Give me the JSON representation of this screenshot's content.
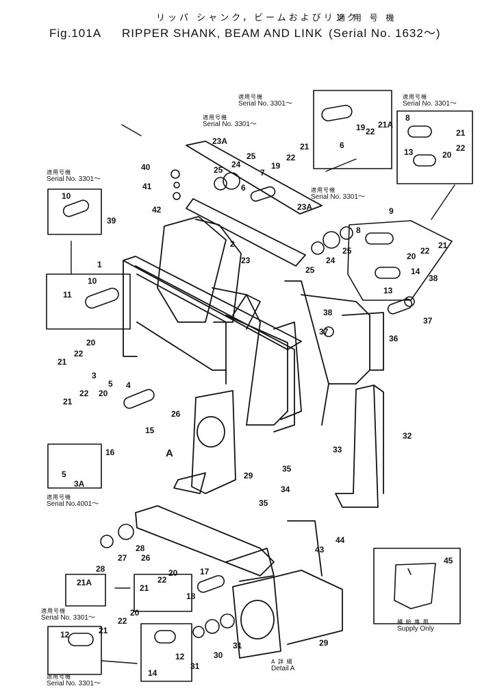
{
  "header": {
    "jp_title": "リッパ シャンク，ビームおよびリンク",
    "jp_applic": "適 用 号 機",
    "fig": "Fig.101A",
    "title": "RIPPER SHANK, BEAM AND LINK",
    "serial": "(Serial No. 1632～)"
  },
  "serial_notes": {
    "applic_jp": "適用号機",
    "s3301": "Serial No. 3301～",
    "s4001": "Serial No.4001～"
  },
  "detail": {
    "jp": "A 詳 細",
    "en": "Detail A"
  },
  "supply": {
    "jp": "補 給 専 用",
    "en": "Supply Only"
  },
  "view_marker": "A",
  "part_numbers": [
    "1",
    "2",
    "3",
    "3A",
    "4",
    "5",
    "6",
    "7",
    "8",
    "9",
    "10",
    "11",
    "12",
    "13",
    "14",
    "15",
    "16",
    "17",
    "18",
    "19",
    "20",
    "21",
    "21A",
    "22",
    "23",
    "23A",
    "24",
    "25",
    "26",
    "27",
    "28",
    "29",
    "30",
    "31",
    "32",
    "33",
    "34",
    "35",
    "36",
    "37",
    "38",
    "39",
    "40",
    "41",
    "42",
    "43",
    "44",
    "45"
  ],
  "callouts": {
    "p1": "1",
    "p2": "2",
    "p3": "3",
    "p3a": "3A",
    "p4": "4",
    "p5a": "5",
    "p5b": "5",
    "p6a": "6",
    "p6b": "6",
    "p7": "7",
    "p8a": "8",
    "p8b": "8",
    "p9": "9",
    "p10a": "10",
    "p10b": "10",
    "p11": "11",
    "p12a": "12",
    "p12b": "12",
    "p13a": "13",
    "p13b": "13",
    "p14a": "14",
    "p14b": "14",
    "p15": "15",
    "p16": "16",
    "p17": "17",
    "p18": "18",
    "p19a": "19",
    "p19b": "19",
    "p20a": "20",
    "p20b": "20",
    "p20c": "20",
    "p20d": "20",
    "p20e": "20",
    "p20f": "20",
    "p21a": "21",
    "p21b": "21",
    "p21c": "21",
    "p21d": "21",
    "p21e": "21",
    "p21f": "21",
    "p21g": "21",
    "p21Aa": "21A",
    "p21Ab": "21A",
    "p22a": "22",
    "p22b": "22",
    "p22c": "22",
    "p22d": "22",
    "p22e": "22",
    "p22f": "22",
    "p22g": "22",
    "p22h": "22",
    "p23": "23",
    "p23Aa": "23A",
    "p23Ab": "23A",
    "p24a": "24",
    "p24b": "24",
    "p25a": "25",
    "p25b": "25",
    "p25c": "25",
    "p25d": "25",
    "p26a": "26",
    "p26b": "26",
    "p27": "27",
    "p28a": "28",
    "p28b": "28",
    "p29a": "29",
    "p29b": "29",
    "p30": "30",
    "p31a": "31",
    "p31b": "31",
    "p32": "32",
    "p33": "33",
    "p34": "34",
    "p35a": "35",
    "p35b": "35",
    "p36": "36",
    "p37a": "37",
    "p37b": "37",
    "p38a": "38",
    "p38b": "38",
    "p39": "39",
    "p40": "40",
    "p41": "41",
    "p42": "42",
    "p43": "43",
    "p44": "44",
    "p45": "45"
  }
}
